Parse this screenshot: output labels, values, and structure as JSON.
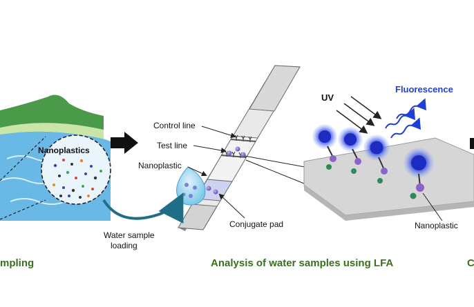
{
  "labels": {
    "nanoplastics": "Nanoplastics",
    "control_line": "Control line",
    "test_line": "Test line",
    "nanoplastic": "Nanoplastic",
    "water_sample_line1": "Water sample",
    "water_sample_line2": "loading",
    "conjugate_pad": "Conjugate pad",
    "uv": "UV",
    "fluorescence": "Fluorescence",
    "nanoplastic_right": "Nanoplastic"
  },
  "captions": {
    "sampling": "mpling",
    "analysis": "Analysis of water samples using LFA",
    "right_edge": "C"
  },
  "colors": {
    "caption_green": "#3b6e1f",
    "fluorescence_blue": "#1f3fd8",
    "arrow_teal": "#1f6e86",
    "water_blue": "#6ab8e6",
    "hill_green": "#4a9a4a",
    "platform_gray": "#d6d6d6",
    "bead_purple": "#8a63c9",
    "bead_blue": "#2c44c8"
  }
}
